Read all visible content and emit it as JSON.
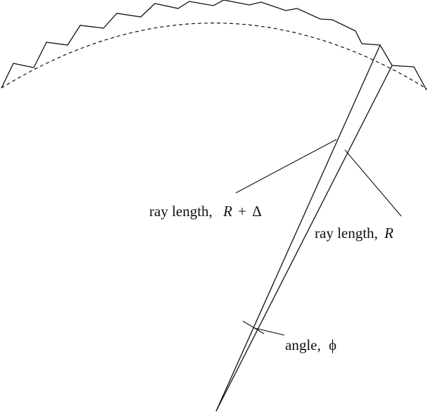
{
  "labels": {
    "ray_long_text": "ray length,",
    "ray_long_symbol_r": "R",
    "ray_long_symbol_plus": "+",
    "ray_long_symbol_delta": "Δ",
    "ray_short_text": "ray length,",
    "ray_short_symbol": "R",
    "angle_text": "angle,",
    "angle_symbol": "ϕ"
  },
  "colors": {
    "ink": "#111111",
    "background": "#ffffff"
  }
}
